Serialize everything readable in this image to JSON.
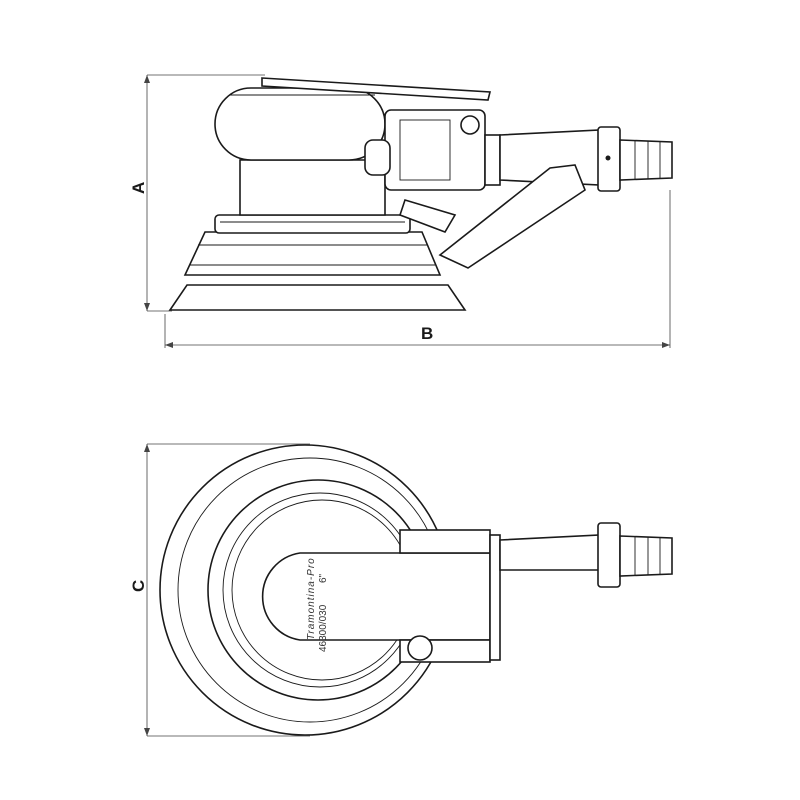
{
  "dimensions": {
    "a": "A",
    "b": "B",
    "c": "C"
  },
  "product": {
    "brand": "Tramontina-Pro",
    "model": "46300/030",
    "size": "6\""
  },
  "colors": {
    "line": "#1a1a1a",
    "background": "#ffffff"
  }
}
